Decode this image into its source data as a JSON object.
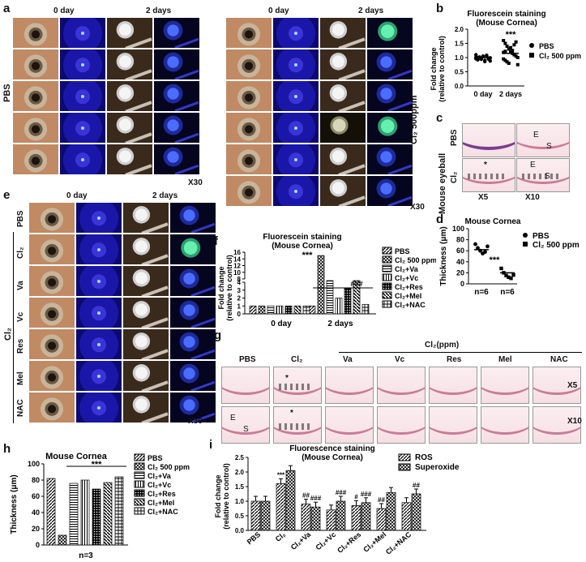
{
  "panels": {
    "a": {
      "label": "a",
      "col_headers_left": [
        "0 day",
        "2 days"
      ],
      "col_headers_right": [
        "0 day",
        "2 days"
      ],
      "group_left": "PBS",
      "group_right": "Cl₂ 500ppm",
      "mag_left": "X30",
      "mag_right": "X30"
    },
    "b": {
      "label": "b"
    },
    "c": {
      "label": "c",
      "title": "Mouse eyeball",
      "rows": [
        "PBS",
        "Cl₂"
      ],
      "mags": [
        "X5",
        "X10"
      ],
      "tags": {
        "e": "E",
        "s": "S",
        "star": "*"
      }
    },
    "d": {
      "label": "d"
    },
    "e": {
      "label": "e",
      "col_headers": [
        "0 day",
        "2 days"
      ],
      "rows": [
        "PBS",
        "Cl₂",
        "Va",
        "Vc",
        "Res",
        "Mel",
        "NAC"
      ],
      "group": "Cl₂",
      "mag": "X30"
    },
    "f": {
      "label": "f"
    },
    "g": {
      "label": "g",
      "header": "Cl₂(ppm)",
      "cols": [
        "PBS",
        "Cl₂",
        "Va",
        "Vc",
        "Res",
        "Mel",
        "NAC"
      ],
      "mags": [
        "X5",
        "X10"
      ],
      "tags": {
        "e": "E",
        "s": "S",
        "star": "*"
      }
    },
    "h": {
      "label": "h"
    },
    "i": {
      "label": "i"
    }
  },
  "chart_data": [
    {
      "id": "b",
      "type": "scatter",
      "title": "Fluorescein staining",
      "subtitle": "(Mouse Cornea)",
      "ylabel": "Fold change\n(relative to control)",
      "categories": [
        "0 day",
        "2 days"
      ],
      "ylim": [
        0,
        2.0
      ],
      "yticks": [
        "0.0",
        "0.5",
        "1.0",
        "1.5",
        "2.0"
      ],
      "significance": [
        "",
        "***"
      ],
      "series": [
        {
          "name": "PBS",
          "marker": "circle",
          "values": [
            0.96,
            1.0,
            1.02,
            0.94,
            1.05,
            0.9,
            1.08,
            0.98,
            0.88,
            1.1,
            0.92,
            1.0,
            0.97,
            1.03,
            0.86,
            1.06,
            0.95,
            0.99,
            1.01,
            0.93
          ],
          "mean": 1.0
        },
        {
          "name": "Cl₂ 500 ppm",
          "marker": "square",
          "values": [
            1.6,
            1.5,
            1.4,
            1.3,
            1.2,
            1.15,
            1.1,
            1.05,
            1.0,
            0.95,
            0.9,
            0.85,
            0.8,
            1.35,
            1.25,
            1.45,
            1.55,
            0.75,
            1.18,
            1.22
          ],
          "mean": 1.15
        }
      ]
    },
    {
      "id": "d",
      "type": "scatter",
      "title": "Mouse Cornea",
      "ylabel": "Thickness (μm)",
      "ylim": [
        0,
        100
      ],
      "yticks": [
        "0",
        "20",
        "40",
        "60",
        "80",
        "100"
      ],
      "categories": [
        "n=6",
        "n=6"
      ],
      "significance": [
        "",
        "***"
      ],
      "series": [
        {
          "name": "PBS",
          "marker": "circle",
          "values": [
            72,
            65,
            60,
            55,
            58,
            68
          ],
          "mean": 62
        },
        {
          "name": "Cl₂ 500 ppm",
          "marker": "square",
          "values": [
            28,
            20,
            15,
            12,
            10,
            16
          ],
          "mean": 20
        }
      ]
    },
    {
      "id": "f",
      "type": "bar",
      "title": "Fluorescein staining",
      "subtitle": "(Mouse Cornea)",
      "ylabel": "Fold change\n(relative to control)",
      "categories": [
        "0 day",
        "2 days"
      ],
      "yticks_low": [
        "0",
        "1",
        "2",
        "3",
        "4"
      ],
      "yticks_high": [
        "8",
        "10",
        "12",
        "14",
        "16"
      ],
      "axis_break": [
        4,
        8
      ],
      "significance": {
        "star": "***",
        "hash": "###"
      },
      "series": [
        {
          "name": "PBS",
          "values": [
            1.0,
            1.0
          ]
        },
        {
          "name": "Cl₂ 500 ppm",
          "values": [
            1.0,
            15.0
          ]
        },
        {
          "name": "Cl₂+Va",
          "values": [
            1.0,
            5.5
          ]
        },
        {
          "name": "Cl₂+Vc",
          "values": [
            1.0,
            2.0
          ]
        },
        {
          "name": "Cl₂+Res",
          "values": [
            1.0,
            3.2
          ]
        },
        {
          "name": "Cl₂+Mel",
          "values": [
            1.0,
            6.0
          ]
        },
        {
          "name": "Cl₂+NAC",
          "values": [
            1.0,
            1.2
          ]
        }
      ]
    },
    {
      "id": "h",
      "type": "bar",
      "title": "Mouse Cornea",
      "ylabel": "Thickness (μm)",
      "ylim": [
        0,
        100
      ],
      "yticks": [
        "0",
        "20",
        "40",
        "60",
        "80",
        "100"
      ],
      "xlabel": "n=3",
      "significance": "***",
      "series": [
        {
          "name": "PBS",
          "value": 82
        },
        {
          "name": "Cl₂ 500 ppm",
          "value": 12
        },
        {
          "name": "Cl₂+Va",
          "value": 76
        },
        {
          "name": "Cl₂+Vc",
          "value": 80
        },
        {
          "name": "Cl₂+Res",
          "value": 69
        },
        {
          "name": "Cl₂+Mel",
          "value": 77
        },
        {
          "name": "Cl₂+NAC",
          "value": 84
        }
      ]
    },
    {
      "id": "i",
      "type": "bar",
      "title": "Fluorescence staining",
      "subtitle": "(Mouse Cornea)",
      "ylabel": "Fold change\n(relative to control)",
      "ylim": [
        0,
        2.5
      ],
      "yticks": [
        "0.0",
        "0.5",
        "1.0",
        "1.5",
        "2.0",
        "2.5"
      ],
      "categories": [
        "PBS",
        "Cl₂",
        "Cl₂+Va",
        "Cl₂+Vc",
        "Cl₂+Res",
        "Cl₂+Mel",
        "Cl₂+NAC"
      ],
      "series": [
        {
          "name": "ROS",
          "values": [
            1.0,
            1.6,
            0.9,
            0.7,
            0.85,
            0.75,
            0.95
          ]
        },
        {
          "name": "Superoxide",
          "values": [
            1.0,
            2.05,
            0.8,
            1.0,
            0.95,
            1.3,
            1.25
          ]
        }
      ],
      "significance": [
        [
          "",
          ""
        ],
        [
          "***",
          ""
        ],
        [
          "##",
          "###"
        ],
        [
          "",
          "###"
        ],
        [
          "#",
          "###"
        ],
        [
          "##",
          ""
        ],
        [
          "",
          "##"
        ]
      ]
    }
  ]
}
